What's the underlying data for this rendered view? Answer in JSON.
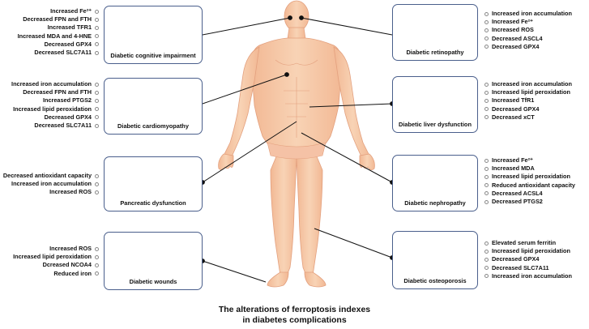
{
  "caption": {
    "line1": "The alterations of ferroptosis indexes",
    "line2": "in diabetes complications"
  },
  "complications": [
    {
      "id": "cognitive",
      "title": "Diabetic cognitive impairment",
      "indexes": [
        "Increased Fe²⁺",
        "Decreased FPN and FTH",
        "Increased TFR1",
        "Increased MDA and 4-HNE",
        "Decreased GPX4",
        "Decreased SLC7A11"
      ]
    },
    {
      "id": "cardiomyopathy",
      "title": "Diabetic cardiomyopathy",
      "indexes": [
        "Increased iron accumulation",
        "Decreased FPN and FTH",
        "Increased PTGS2",
        "Increased lipid peroxidation",
        "Decreased GPX4",
        "Decreased SLC7A11"
      ]
    },
    {
      "id": "pancreatic",
      "title": "Pancreatic dysfunction",
      "indexes": [
        "Decreased antioxidant capacity",
        "Increased iron accumulation",
        "Increased ROS"
      ]
    },
    {
      "id": "wounds",
      "title": "Diabetic wounds",
      "indexes": [
        "Increased ROS",
        "Increased lipid peroxidation",
        "Dcreased NCOA4",
        "Reduced iron"
      ]
    },
    {
      "id": "retinopathy",
      "title": "Diabetic retinopathy",
      "indexes": [
        "Increased iron accumulation",
        "Increased Fe²⁺",
        "Increased ROS",
        "Decreased ASCL4",
        "Decreased GPX4"
      ]
    },
    {
      "id": "liver",
      "title": "Diabetic liver dysfunction",
      "indexes": [
        "Increased iron accumulation",
        "Increased lipid peroxidation",
        "Increased TfR1",
        "Decreased GPX4",
        "Decreased xCT"
      ]
    },
    {
      "id": "nephropathy",
      "title": "Diabetic nephropathy",
      "indexes": [
        "Increased Fe²⁺",
        "Increased MDA",
        "Increased lipid peroxidation",
        "Reduced antioxidant capacity",
        "Decreased ACSL4",
        "Decreased PTGS2"
      ]
    },
    {
      "id": "osteoporosis",
      "title": "Diabetic osteoporosis",
      "indexes": [
        "Elevated serum ferritin",
        "Increased lipid peroxidation",
        "Decreased GPX4",
        "Decreased SLC7A11",
        "Increased iron accumulation"
      ]
    }
  ],
  "colors": {
    "skin": "#f6c9a8",
    "card_border": "#4a5f8c",
    "brain": "#e8a7b3",
    "heart_red": "#d6383a",
    "heart_blue": "#3e5ca8",
    "pancreas": "#f6b25a",
    "liver": "#9b4e54",
    "kidney": "#d95663",
    "bone": "#f3e2b0"
  }
}
